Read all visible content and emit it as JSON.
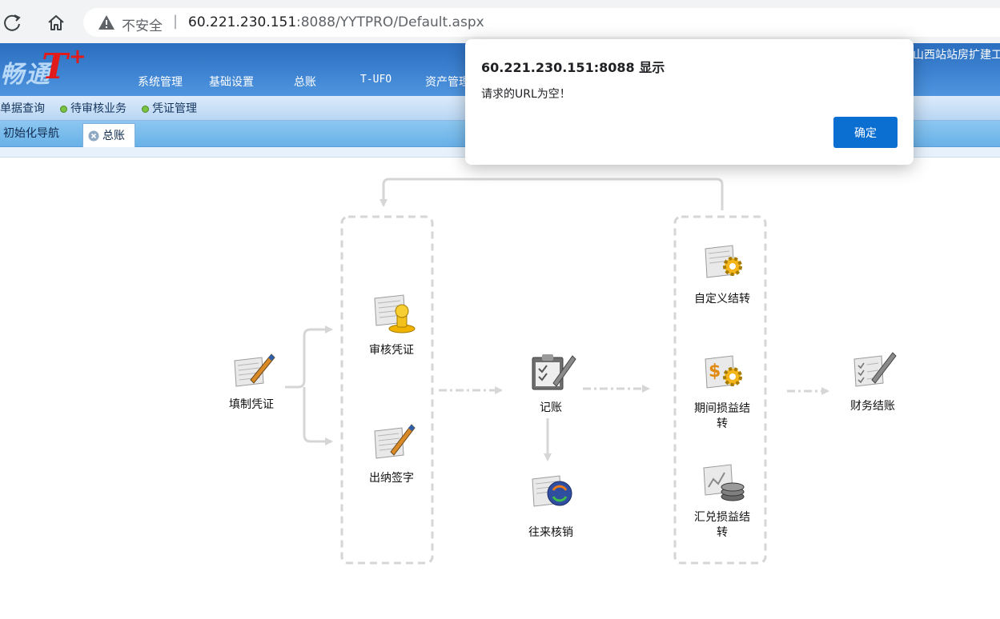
{
  "browser": {
    "insecure_label": "不安全",
    "separator": "|",
    "url_host": "60.221.230.151",
    "url_path": ":8088/YYTPRO/Default.aspx"
  },
  "app": {
    "logo_text": "畅通",
    "logo_t": "T",
    "logo_plus": "+",
    "header_right_title": "山西站站房扩建工",
    "top_menu": [
      "系统管理",
      "基础设置",
      "总账",
      "T-UFO",
      "资产管理"
    ],
    "sub_menu": [
      "单据查询",
      "待审核业务",
      "凭证管理"
    ],
    "tabs": [
      {
        "label": "初始化导航"
      },
      {
        "label": "总账"
      }
    ]
  },
  "flow": {
    "fill_voucher": "填制凭证",
    "audit_voucher": "审核凭证",
    "cashier_sign": "出纳签字",
    "posting": "记账",
    "reconcile": "往来核销",
    "custom_transfer": "自定义结转",
    "period_pl_transfer_1": "期间损益结",
    "period_pl_transfer_2": "转",
    "fx_pl_transfer_1": "汇兑损益结",
    "fx_pl_transfer_2": "转",
    "closing": "财务结账"
  },
  "dialog": {
    "title": "60.221.230.151:8088 显示",
    "message": "请求的URL为空！",
    "ok_label": "确定"
  },
  "colors": {
    "header_blue": "#3d83d2",
    "dialog_button": "#0b6fd1",
    "flow_gray": "#d6d6d6"
  }
}
